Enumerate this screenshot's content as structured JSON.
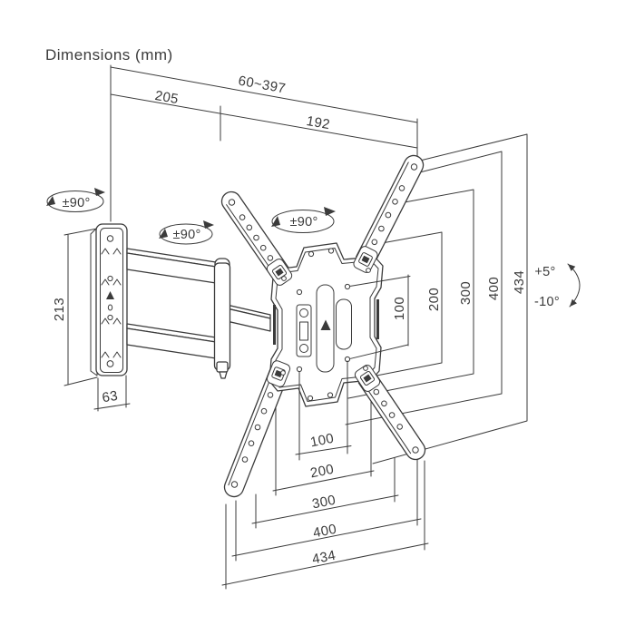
{
  "title": "Dimensions (mm)",
  "dimensions": {
    "extension_range": "60~397",
    "arm_section_1": "205",
    "arm_section_2": "192",
    "wall_plate_height": "213",
    "wall_plate_width": "63",
    "vesa_vertical": [
      "100",
      "200",
      "300",
      "400",
      "434"
    ],
    "vesa_horizontal": [
      "100",
      "200",
      "300",
      "400",
      "434"
    ]
  },
  "angles": {
    "swivel_wall": "±90°",
    "swivel_arm": "±90°",
    "swivel_plate": "±90°",
    "tilt_up": "+5°",
    "tilt_down": "-10°"
  },
  "colors": {
    "line": "#3b3b3b",
    "background": "#ffffff"
  }
}
